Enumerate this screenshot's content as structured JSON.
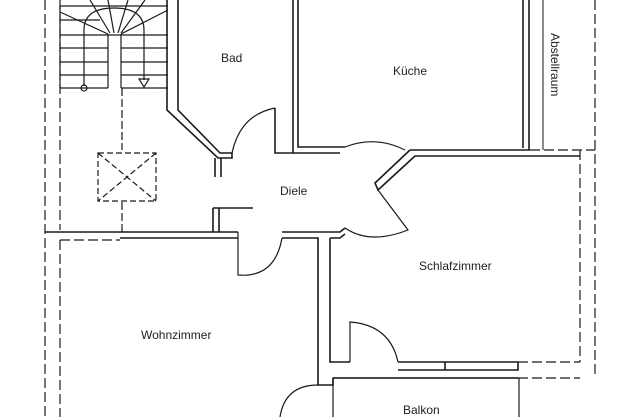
{
  "rooms": {
    "bad": "Bad",
    "kueche": "Küche",
    "abstellraum": "Abstellraum",
    "diele": "Diele",
    "schlafzimmer": "Schlafzimmer",
    "wohnzimmer": "Wohnzimmer",
    "balkon": "Balkon"
  },
  "colors": {
    "line": "#1a1a1a",
    "background": "#ffffff"
  }
}
